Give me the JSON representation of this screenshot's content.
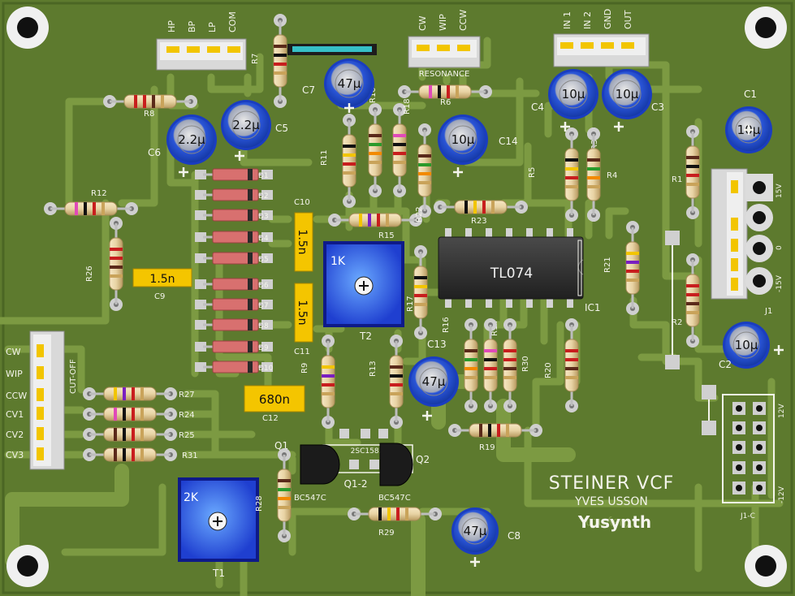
{
  "board": {
    "title": "STEINER VCF",
    "author": "YVES USSON",
    "brand": "Yusynth",
    "brand_mirrored": "Yusynth",
    "colors": {
      "pcb": "#5d7a2e",
      "trace": "#7a9840",
      "pad": "#c9c9c9",
      "silk": "#f4f4ec",
      "cap": "#1f47c9",
      "ic": "#3a3a3a"
    }
  },
  "headers": {
    "outputs": {
      "pins": [
        "HP",
        "BP",
        "LP",
        "COM"
      ]
    },
    "resonance": {
      "label": "RESONANCE",
      "pins": [
        "CW",
        "WIP",
        "CCW"
      ]
    },
    "inputs": {
      "pins": [
        "IN 1",
        "IN 2",
        "GND",
        "OUT"
      ]
    },
    "cutoff": {
      "label": "CUT-OFF",
      "pins": [
        "CW",
        "WIP",
        "CCW",
        "CV1",
        "CV2",
        "CV3"
      ]
    },
    "power": {
      "label": "J1",
      "pins": [
        "15V",
        "0",
        "-15V"
      ]
    },
    "power_c": {
      "label": "J1-C",
      "top": "12V",
      "bottom": "-12V"
    }
  },
  "ic": {
    "name": "TL074",
    "ref": "IC1"
  },
  "transistors": [
    {
      "ref": "Q1",
      "part": "BC547C"
    },
    {
      "ref": "Q2",
      "part": "BC547C"
    }
  ],
  "transistor_pair": {
    "ref": "Q1-2",
    "part": "2SC1583"
  },
  "trimmers": [
    {
      "ref": "T1",
      "value": "2K"
    },
    {
      "ref": "T2",
      "value": "1K"
    }
  ],
  "electrolytics": [
    {
      "ref": "C1",
      "value": "10µ"
    },
    {
      "ref": "C2",
      "value": "10µ"
    },
    {
      "ref": "C3",
      "value": "10µ"
    },
    {
      "ref": "C4",
      "value": "10µ"
    },
    {
      "ref": "C5",
      "value": "2.2µ"
    },
    {
      "ref": "C6",
      "value": "2.2µ"
    },
    {
      "ref": "C7",
      "value": "47µ"
    },
    {
      "ref": "C8",
      "value": "47µ"
    },
    {
      "ref": "C13",
      "value": "47µ"
    },
    {
      "ref": "C14",
      "value": "10µ"
    }
  ],
  "film_caps": [
    {
      "ref": "C9",
      "value": "1.5n"
    },
    {
      "ref": "C10",
      "value": "1.5n"
    },
    {
      "ref": "C11",
      "value": "1.5n"
    },
    {
      "ref": "C12",
      "value": "680n"
    }
  ],
  "diodes": [
    "D1",
    "D2",
    "D3",
    "D4",
    "D5",
    "D6",
    "D7",
    "D8",
    "D9",
    "D10"
  ],
  "resistors": [
    "R1",
    "R2",
    "R3",
    "R4",
    "R5",
    "R6",
    "R7",
    "R8",
    "R9",
    "R10",
    "R11",
    "R12",
    "R13",
    "R14",
    "R15",
    "R16",
    "R17",
    "R18",
    "R19",
    "R20",
    "R21",
    "R22",
    "R23",
    "R24",
    "R25",
    "R26",
    "R27",
    "R28",
    "R29",
    "R30",
    "R31"
  ]
}
